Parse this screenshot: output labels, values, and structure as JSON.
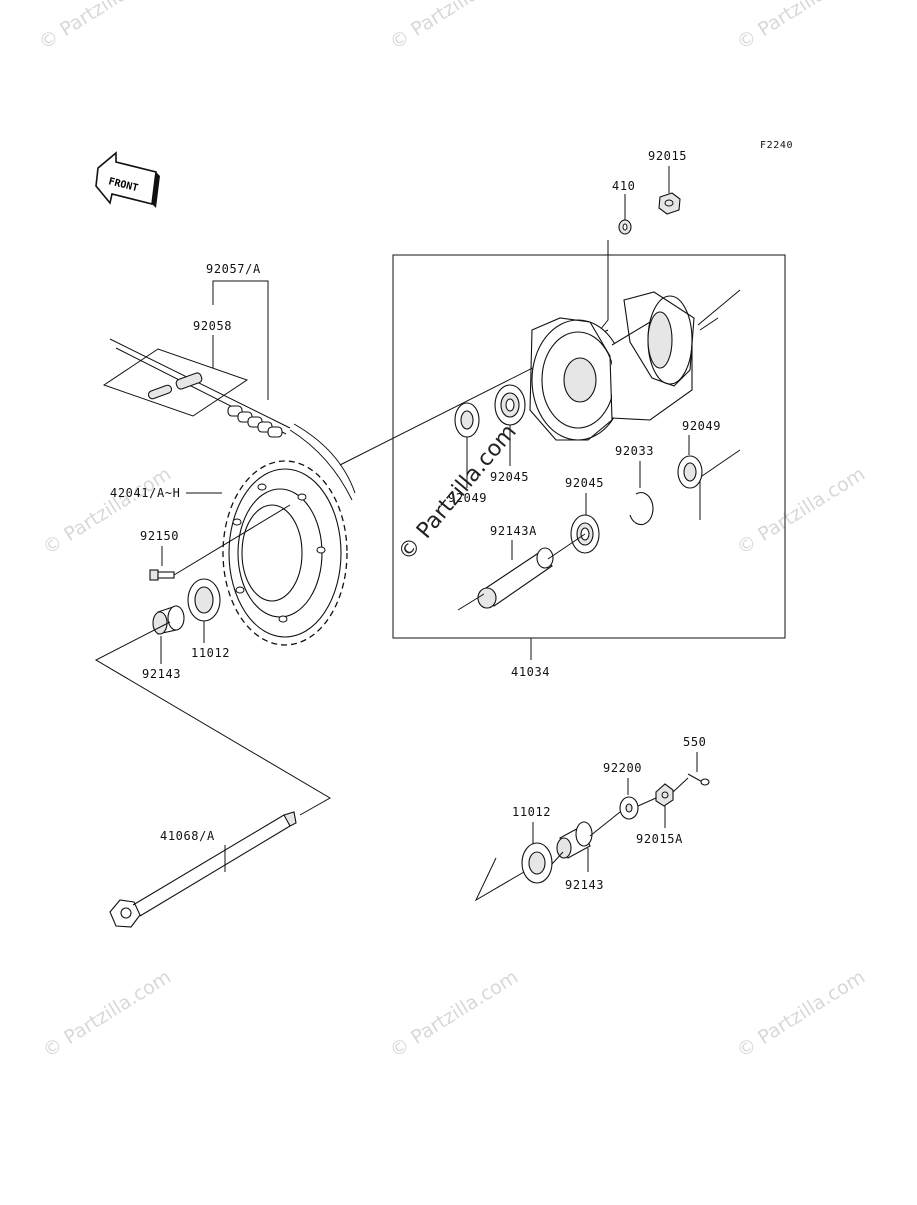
{
  "diagram_code": "F2240",
  "front_arrow_label": "FRONT",
  "watermark_text": "© Partzilla.com",
  "part_labels": {
    "p92015": "92015",
    "p410": "410",
    "p92057": "92057/A",
    "p92058": "92058",
    "p92049a": "92049",
    "p92049b": "92049",
    "p92045a": "92045",
    "p92045b": "92045",
    "p92033": "92033",
    "p42041": "42041/A~H",
    "p92150": "92150",
    "p92143A": "92143A",
    "p11012a": "11012",
    "p92143a": "92143",
    "p41034": "41034",
    "p550": "550",
    "p92200": "92200",
    "p11012b": "11012",
    "p92015A": "92015A",
    "p92143b": "92143",
    "p41068": "41068/A"
  }
}
